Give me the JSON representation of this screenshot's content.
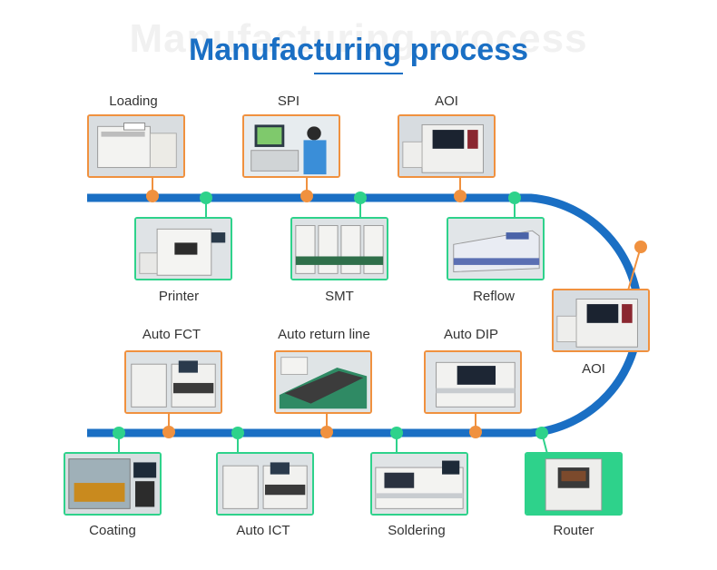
{
  "header": {
    "watermark": "Manufacturing process",
    "title": "Manufacturing process"
  },
  "colors": {
    "title_blue": "#1a6fc4",
    "track_blue": "#1a6fc4",
    "orange": "#f0913f",
    "green": "#2ed28b"
  },
  "stations": [
    {
      "id": "loading",
      "label": "Loading"
    },
    {
      "id": "spi",
      "label": "SPI"
    },
    {
      "id": "aoi-top",
      "label": "AOI"
    },
    {
      "id": "printer",
      "label": "Printer"
    },
    {
      "id": "smt",
      "label": "SMT"
    },
    {
      "id": "reflow",
      "label": "Reflow"
    },
    {
      "id": "aoi-right",
      "label": "AOI"
    },
    {
      "id": "auto-fct",
      "label": "Auto FCT"
    },
    {
      "id": "auto-return-line",
      "label": "Auto return line"
    },
    {
      "id": "auto-dip",
      "label": "Auto DIP"
    },
    {
      "id": "coating",
      "label": "Coating"
    },
    {
      "id": "auto-ict",
      "label": "Auto ICT"
    },
    {
      "id": "soldering",
      "label": "Soldering"
    },
    {
      "id": "router",
      "label": "Router"
    }
  ]
}
